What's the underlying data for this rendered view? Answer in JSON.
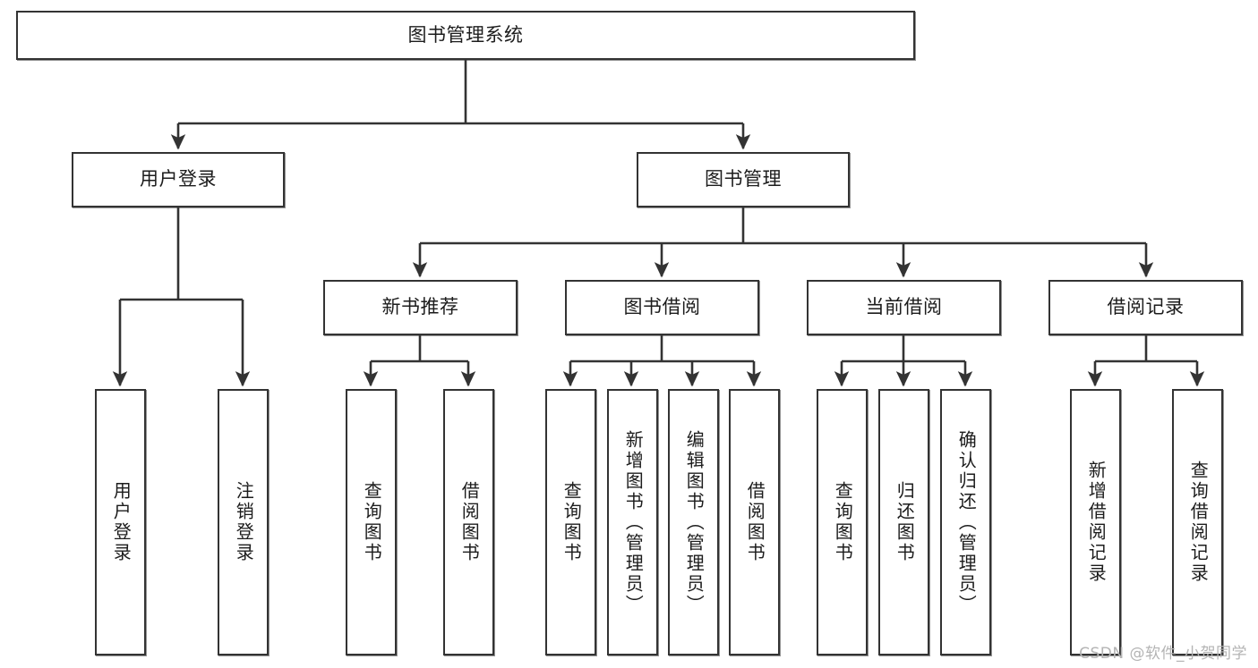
{
  "diagram": {
    "type": "tree-hierarchy-chart",
    "title": "图书管理系统",
    "watermark": "CSDN @软件_小贺同学",
    "colors": {
      "node_border": "#333333",
      "node_fill": "#ffffff",
      "edge": "#333333",
      "text": "#1c1c1c",
      "watermark": "#b4b4b4"
    },
    "levels": {
      "root": {
        "label": "图书管理系统"
      },
      "level2": [
        {
          "id": "user-login",
          "label": "用户登录"
        },
        {
          "id": "book-management",
          "label": "图书管理"
        }
      ],
      "level3": [
        {
          "id": "new-book-recommend",
          "label": "新书推荐",
          "parent": "book-management"
        },
        {
          "id": "book-borrow",
          "label": "图书借阅",
          "parent": "book-management"
        },
        {
          "id": "current-borrow",
          "label": "当前借阅",
          "parent": "book-management"
        },
        {
          "id": "borrow-record",
          "label": "借阅记录",
          "parent": "book-management"
        }
      ],
      "leaves": [
        {
          "id": "leaf-user-login",
          "label": "用户登录",
          "parent": "user-login"
        },
        {
          "id": "leaf-logout-login",
          "label": "注销登录",
          "parent": "user-login"
        },
        {
          "id": "leaf-query-book-1",
          "label": "查询图书",
          "parent": "new-book-recommend"
        },
        {
          "id": "leaf-borrow-book-1",
          "label": "借阅图书",
          "parent": "new-book-recommend"
        },
        {
          "id": "leaf-query-book-2",
          "label": "查询图书",
          "parent": "book-borrow"
        },
        {
          "id": "leaf-add-book",
          "label": "新增图书（管理员）",
          "parent": "book-borrow"
        },
        {
          "id": "leaf-edit-book",
          "label": "编辑图书（管理员）",
          "parent": "book-borrow"
        },
        {
          "id": "leaf-borrow-book-2",
          "label": "借阅图书",
          "parent": "book-borrow"
        },
        {
          "id": "leaf-query-book-3",
          "label": "查询图书",
          "parent": "current-borrow"
        },
        {
          "id": "leaf-return-book",
          "label": "归还图书",
          "parent": "current-borrow"
        },
        {
          "id": "leaf-confirm-return",
          "label": "确认归还（管理员）",
          "parent": "current-borrow"
        },
        {
          "id": "leaf-add-record",
          "label": "新增借阅记录",
          "parent": "borrow-record"
        },
        {
          "id": "leaf-query-record",
          "label": "查询借阅记录",
          "parent": "borrow-record"
        }
      ]
    }
  }
}
